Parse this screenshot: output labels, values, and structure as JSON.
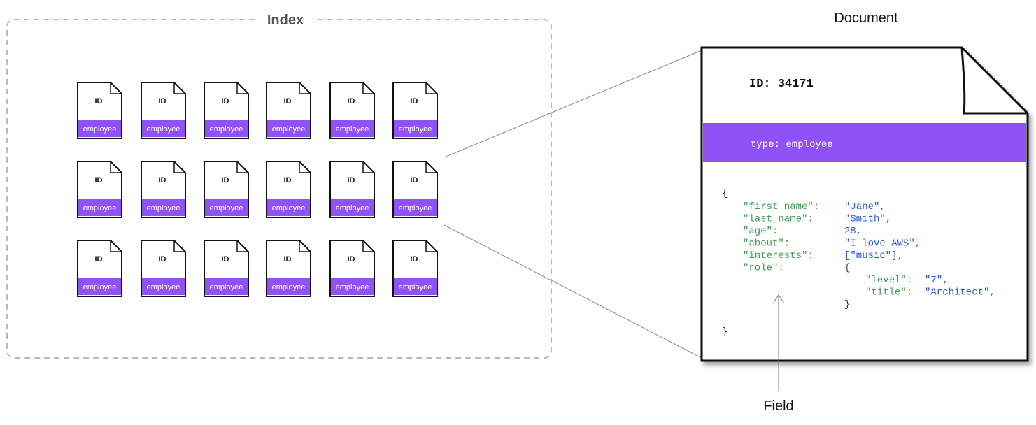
{
  "index": {
    "title": "Index",
    "doc_id_label": "ID",
    "doc_type_label": "employee",
    "rows": 3,
    "columns": 6
  },
  "document": {
    "title": "Document",
    "id_line": "ID: 34171",
    "type_line": "type: employee",
    "open_brace": "{",
    "close_brace": "}",
    "fields": [
      {
        "key": "\"first_name\":",
        "value": "\"Jane\",",
        "value_color": "#2f59e6"
      },
      {
        "key": "\"last_name\":",
        "value": "\"Smith\",",
        "value_color": "#2f59e6"
      },
      {
        "key": "\"age\":",
        "value": "28,",
        "value_color": "#2f59e6"
      },
      {
        "key": "\"about\":",
        "value": "\"I love AWS\",",
        "value_color": "#2f59e6"
      },
      {
        "key": "\"interests\":",
        "value": "[\"music\"],",
        "value_color": "#2f59e6"
      },
      {
        "key": "\"role\":",
        "value": "{",
        "value_color": "#333333"
      }
    ],
    "role_fields": [
      {
        "key": "\"level\":",
        "value": "\"7\","
      },
      {
        "key": "\"title\":",
        "value": "\"Architect\","
      }
    ],
    "role_close": "}"
  },
  "field_label": "Field",
  "colors": {
    "accent_purple": "#9052f7",
    "json_key_green": "#3e9d56",
    "json_value_blue": "#2f59e6",
    "dashed_border": "#b9b9b9"
  }
}
